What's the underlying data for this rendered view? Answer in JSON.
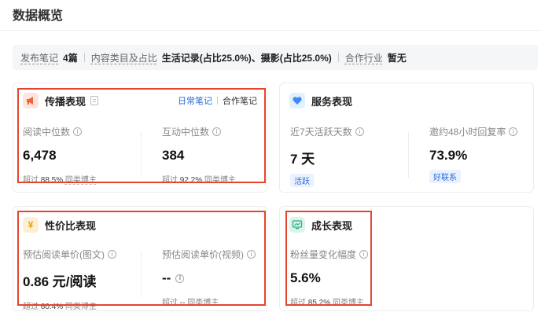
{
  "page": {
    "title": "数据概览"
  },
  "summary": {
    "items": [
      {
        "key": "发布笔记",
        "value": "4篇"
      },
      {
        "key": "内容类目及占比",
        "value": "生活记录(占比25.0%)、摄影(占比25.0%)"
      },
      {
        "key": "合作行业",
        "value": "暂无"
      }
    ]
  },
  "spread": {
    "title": "传播表现",
    "tabs": [
      "日常笔记",
      "合作笔记"
    ],
    "metrics": [
      {
        "label": "阅读中位数",
        "value": "6,478",
        "prefix": "超过",
        "percent": "88.5%",
        "peer": "同类博主"
      },
      {
        "label": "互动中位数",
        "value": "384",
        "prefix": "超过",
        "percent": "92.2%",
        "peer": "同类博主"
      }
    ]
  },
  "service": {
    "title": "服务表现",
    "metrics": [
      {
        "label": "近7天活跃天数",
        "value": "7 天",
        "badge": "活跃"
      },
      {
        "label": "邀约48小时回复率",
        "value": "73.9%",
        "badge": "好联系"
      }
    ]
  },
  "cost": {
    "title": "性价比表现",
    "icon_glyph": "¥",
    "metrics": [
      {
        "label": "预估阅读单价(图文)",
        "value": "0.86 元/阅读",
        "prefix": "超过",
        "percent": "60.4%",
        "peer": "同类博主"
      },
      {
        "label": "预估阅读单价(视频)",
        "value": "--",
        "prefix": "超过",
        "percent": "--",
        "peer": "同类博主"
      }
    ]
  },
  "growth": {
    "title": "成长表现",
    "metrics": [
      {
        "label": "粉丝量变化幅度",
        "value": "5.6%",
        "prefix": "超过",
        "percent": "85.2%",
        "peer": "同类博主"
      }
    ]
  },
  "colors": {
    "highlight": "#e5452c",
    "accent": "#2b6bde",
    "spread_icon_bg": "#fde4dc",
    "service_icon_bg": "#e2efff",
    "cost_icon_bg": "#fdf0d2",
    "growth_icon_bg": "#dcf3ec"
  },
  "icons": {
    "spread": "megaphone-icon",
    "service": "heart-icon",
    "cost": "yen-icon",
    "growth": "trend-chart-icon",
    "info": "info-icon",
    "doc": "document-icon"
  }
}
